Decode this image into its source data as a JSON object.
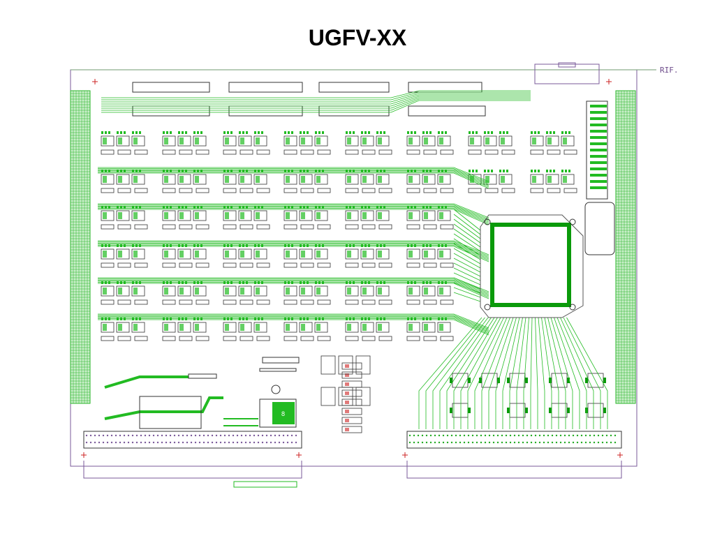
{
  "title": "UGFV-XX",
  "ref_label": "RIF.",
  "chip_label": "8",
  "colors": {
    "trace": "#22bb22",
    "trace_dark": "#0a9a0a",
    "outline": "#7a5a9a",
    "silk": "#333333",
    "grid": "#2bb52b",
    "mark": "#cc2222"
  }
}
